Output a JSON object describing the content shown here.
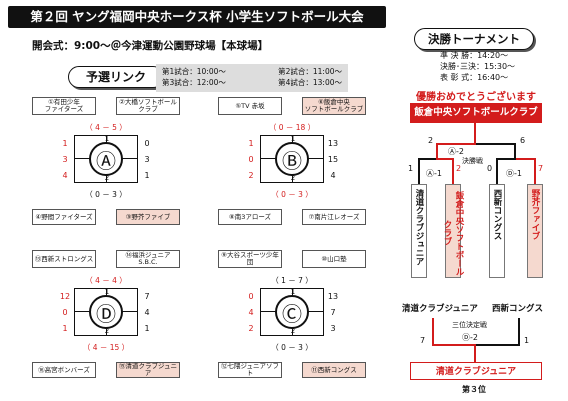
{
  "title": "第２回 ヤング福岡中央ホークス杯 小学生ソフトボール大会",
  "opening": "開会式：9:00～＠今津運動公園野球場【本球場】",
  "prelim": {
    "label": "予選リンク",
    "schedule": [
      "第1試合：10:00～",
      "第3試合：12:00～",
      "第2試合：11:00～",
      "第4試合：13:00～"
    ]
  },
  "final": {
    "label": "決勝トーナメント",
    "schedule": [
      "準 決 勝：14:20～",
      "決勝･三決：15:30～",
      "表 彰 式：16:40～"
    ],
    "congrats": "優勝おめでとうございます",
    "champion": "飯倉中央ソフトボールクラブ",
    "final_label": "決勝戦",
    "final_game": "Ⓐ-2",
    "semi_left": "Ⓐ-1",
    "semi_right": "Ⓓ-1",
    "semis": [
      "清道クラブジュニア",
      "飯倉中央ソフトボールクラブ",
      "西新コングス",
      "野芥ファイブ"
    ],
    "semi_scores": [
      "1",
      "2",
      "0",
      "7"
    ],
    "final_scores": [
      "2",
      "6"
    ],
    "third_label": "三位決定戦",
    "third_game": "Ⓓ-2",
    "third_teams": [
      "清道クラブジュニア",
      "西新コングス"
    ],
    "third_scores": [
      "7",
      "1"
    ],
    "third_winner": "清道クラブジュニア",
    "third_place": "第３位"
  },
  "leagues": [
    {
      "letter": "Ⓐ",
      "teams": [
        "①有田少年\nファイターズ",
        "②大橋ソフトボール\nクラブ",
        "④野間ファイターズ",
        "③野芥ファイブ"
      ],
      "top_score": "（ 4 － 5 ）",
      "bottom_score": "（ 0 － 3 ）",
      "left": [
        "1",
        "3",
        "4"
      ],
      "right": [
        "0",
        "3",
        "1"
      ],
      "top_mid": "1",
      "bottom_mid": "2"
    },
    {
      "letter": "Ⓑ",
      "teams": [
        "⑤TV 赤坂",
        "⑥飯倉中央\nソフトボールクラブ",
        "⑧南3アローズ",
        "⑦南片江レオーズ"
      ],
      "top_score": "（ 0 － 18 ）",
      "bottom_score": "（ 0 － 3 ）",
      "left": [
        "1",
        "0",
        "2"
      ],
      "right": [
        "13",
        "15",
        "4"
      ],
      "top_mid": "1",
      "bottom_mid": "2"
    },
    {
      "letter": "Ⓓ",
      "teams": [
        "⑬西新ストロングス",
        "⑭福浜ジュニア S.B.C.",
        "⑯高宮ボンバーズ",
        "⑮清道クラブジュニア"
      ],
      "top_score": "（ 4 － 4 ）",
      "bottom_score": "（ 4 － 15 ）",
      "left": [
        "12",
        "0",
        "1"
      ],
      "right": [
        "7",
        "4",
        "1"
      ],
      "top_mid": "1",
      "bottom_mid": "2"
    },
    {
      "letter": "Ⓒ",
      "teams": [
        "⑨大谷スポーツ少年団",
        "⑩山口塾",
        "⑫七隈ジュニアソフト",
        "⑪西新コングス"
      ],
      "top_score": "（ 1 － 7 ）",
      "bottom_score": "（ 0 － 3 ）",
      "left": [
        "0",
        "4",
        "2"
      ],
      "right": [
        "13",
        "7",
        "3"
      ],
      "top_mid": "1",
      "bottom_mid": "2"
    }
  ]
}
